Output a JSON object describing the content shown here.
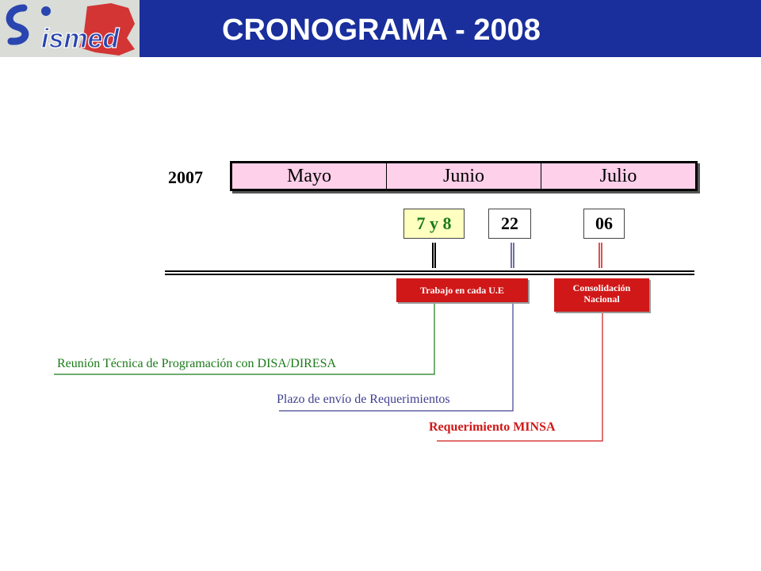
{
  "header": {
    "title": "CRONOGRAMA - 2008",
    "logo_text": "ismed",
    "bg_color": "#1a2f9c"
  },
  "timeline": {
    "year": "2007",
    "months": [
      "Mayo",
      "Junio",
      "Julio"
    ]
  },
  "dates": [
    {
      "label": "7 y 8",
      "color": "#1a7a1a"
    },
    {
      "label": "22",
      "color": "#404090"
    },
    {
      "label": "06",
      "color": "#d01818"
    }
  ],
  "tags": {
    "work": "Trabajo en cada U.E",
    "consolidation": "Consolidación Nacional"
  },
  "annotations": {
    "meeting": "Reunión Técnica de Programación con DISA/DIRESA",
    "deadline": "Plazo de envío de Requerimientos",
    "requirement": "Requerimiento  MINSA"
  }
}
